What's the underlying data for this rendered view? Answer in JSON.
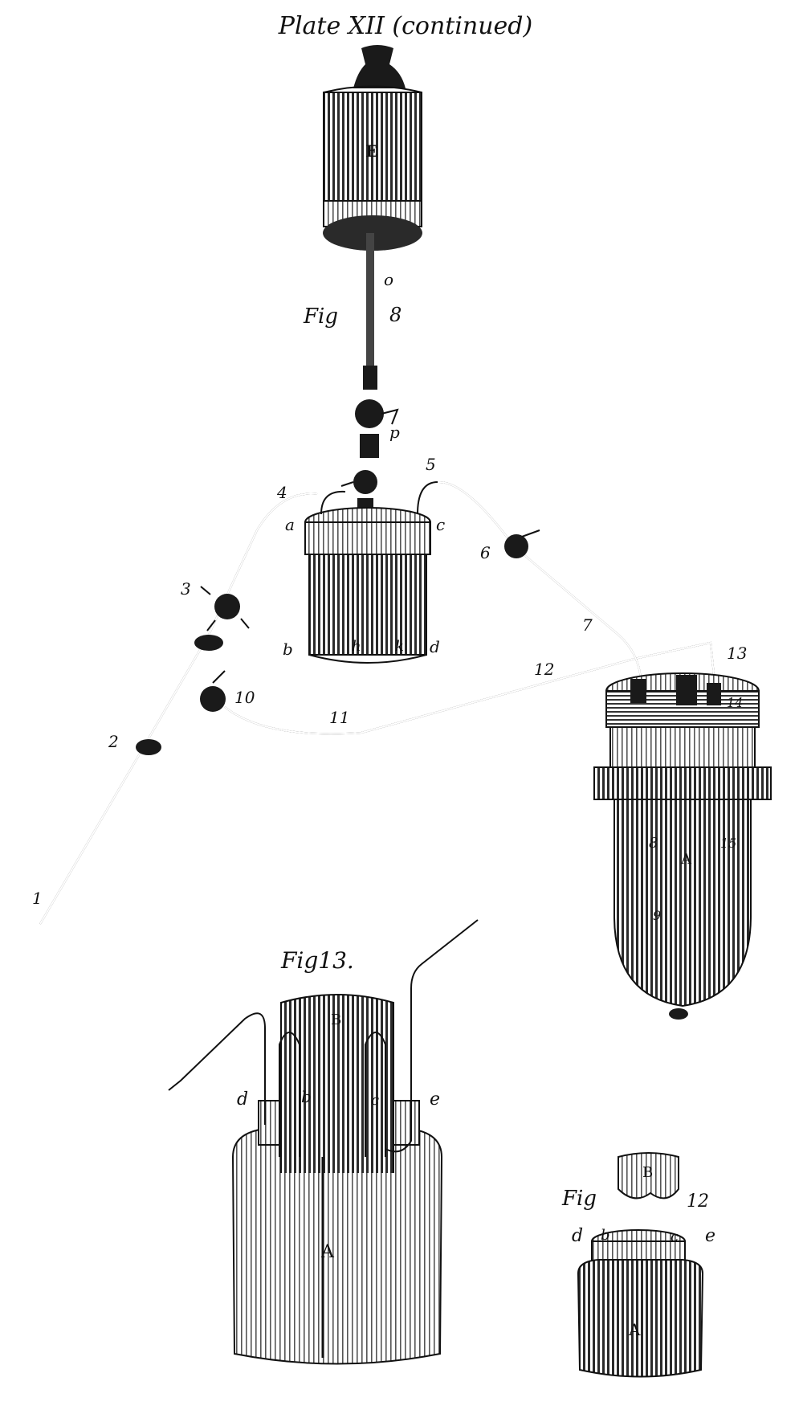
{
  "plate": {
    "title": "Plate XII (continued)",
    "fig8": {
      "caption_fig": "Fig",
      "caption_num": "8",
      "vessel_E": "E",
      "vessel_A": "A",
      "labels": [
        "o",
        "p",
        "4",
        "5",
        "a",
        "c",
        "b",
        "h",
        "k",
        "d",
        "3",
        "6",
        "7",
        "13",
        "12",
        "10",
        "11",
        "2",
        "1",
        "8",
        "14",
        "15",
        "9"
      ]
    },
    "fig13": {
      "caption": "Fig13.",
      "vessel_A": "A",
      "vessel_B": "B",
      "labels": [
        "d",
        "b",
        "c",
        "e"
      ]
    },
    "fig12": {
      "caption_fig": "Fig",
      "caption_num": "12",
      "vessel_A": "A",
      "vessel_B": "B",
      "labels": [
        "d",
        "b",
        "c",
        "e"
      ]
    }
  }
}
